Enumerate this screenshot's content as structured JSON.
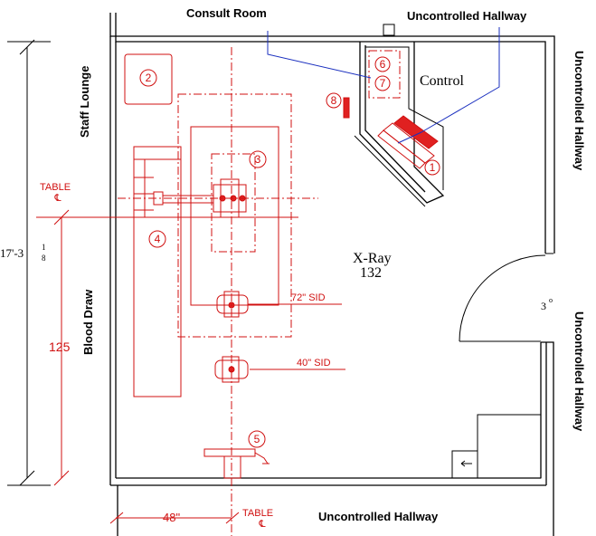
{
  "labels": {
    "consult_room": "Consult Room",
    "hallway_top": "Uncontrolled Hallway",
    "hallway_right_upper": "Uncontrolled Hallway",
    "hallway_right_lower": "Uncontrolled Hallway",
    "hallway_bottom": "Uncontrolled Hallway",
    "staff_lounge": "Staff Lounge",
    "blood_draw": "Blood Draw",
    "control": "Control",
    "room_name": "X-Ray",
    "room_number": "132",
    "door_label": "3"
  },
  "equipment_markers": [
    "1",
    "2",
    "3",
    "4",
    "5",
    "6",
    "7",
    "8"
  ],
  "annotations": {
    "table_top": "TABLE",
    "table_bottom": "TABLE",
    "sid_72": "72\" SID",
    "sid_40": "40\" SID"
  },
  "dimensions": {
    "room_height": "17'-3",
    "fraction_num": "1",
    "fraction_den": "8",
    "table_offset": "125",
    "width_48": "48\""
  },
  "colors": {
    "equipment": "#d01010",
    "leader_lines": "#1a2fbf",
    "walls": "#000000"
  }
}
